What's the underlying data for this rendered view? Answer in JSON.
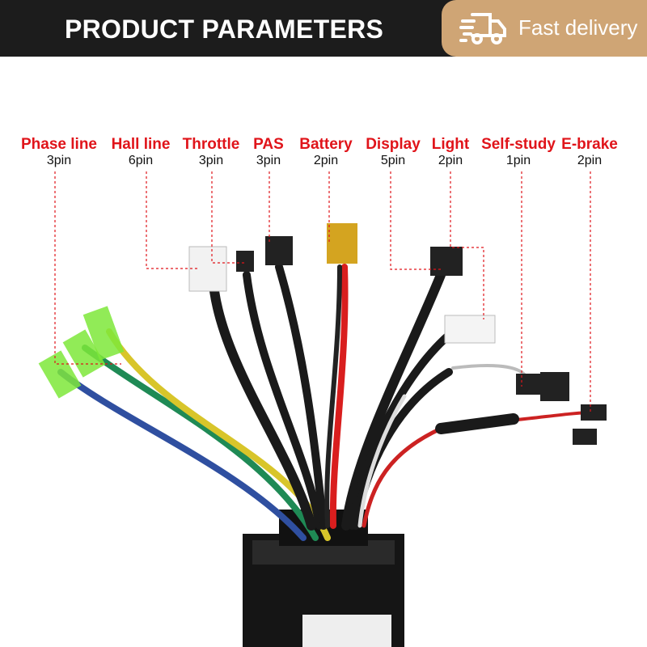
{
  "header": {
    "title": "PRODUCT PARAMETERS",
    "badge": "Fast delivery",
    "badge_icon": "delivery-truck-icon",
    "background": "#1c1c1c",
    "badge_color": "#cfa575"
  },
  "label_color": "#e0141a",
  "ports": [
    {
      "name": "Phase line",
      "pins": "3pin"
    },
    {
      "name": "Hall line",
      "pins": "6pin"
    },
    {
      "name": "Throttle",
      "pins": "3pin"
    },
    {
      "name": "PAS",
      "pins": "3pin"
    },
    {
      "name": "Battery",
      "pins": "2pin"
    },
    {
      "name": "Display",
      "pins": "5pin"
    },
    {
      "name": "Light",
      "pins": "2pin"
    },
    {
      "name": "Self-study",
      "pins": "1pin"
    },
    {
      "name": "E-brake",
      "pins": "2pin"
    }
  ]
}
